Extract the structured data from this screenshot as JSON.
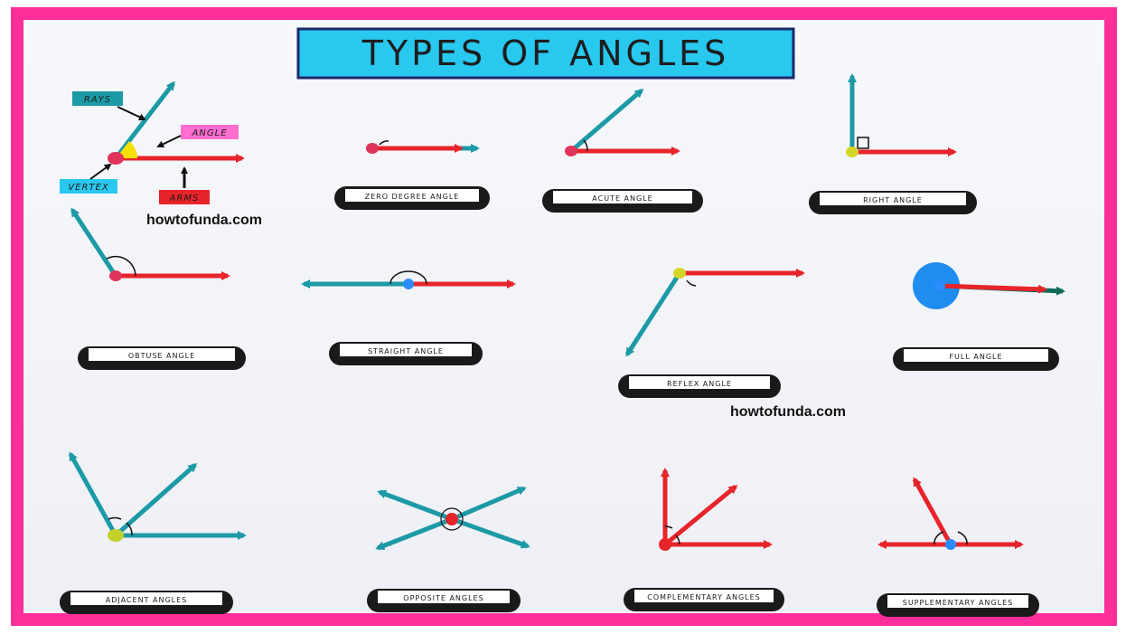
{
  "title": "TYPES OF ANGLES",
  "watermark": "howtofunda.com",
  "parts_tags": {
    "rays": "RAYS",
    "angle": "ANGLE",
    "vertex": "VERTEX",
    "arms": "ARMS"
  },
  "labels": {
    "zero": "ZERO DEGREE ANGLE",
    "acute": "ACUTE ANGLE",
    "right": "RIGHT ANGLE",
    "obtuse": "OBTUSE ANGLE",
    "straight": "STRAIGHT ANGLE",
    "reflex": "REFLEX ANGLE",
    "full": "FULL ANGLE",
    "adjacent": "ADJACENT ANGLES",
    "opposite": "OPPOSITE ANGLES",
    "complementary": "COMPLEMENTARY ANGLES",
    "supplementary": "SUPPLEMENTARY ANGLES"
  },
  "colors": {
    "border": "#ff2e9a",
    "title_bg": "#29c8ef",
    "red_arm": "#e8242b",
    "teal_arm": "#1c9aa6",
    "label_bg": "#1a1a1a"
  }
}
